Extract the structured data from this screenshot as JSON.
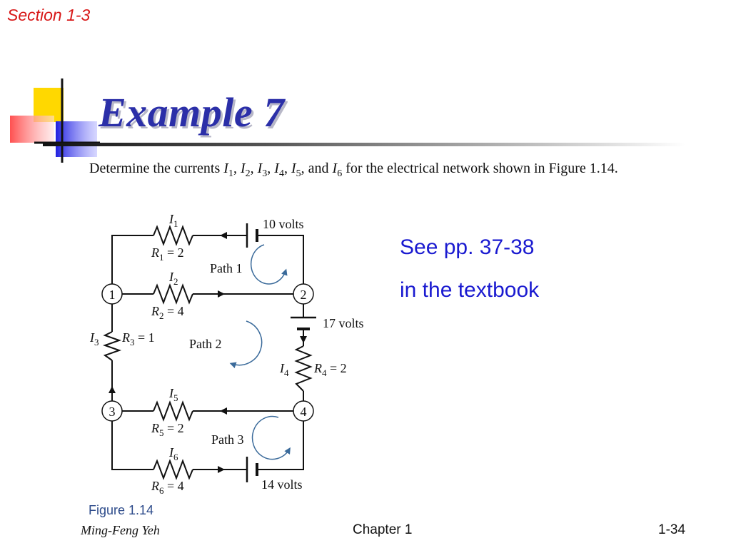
{
  "header": {
    "section": "Section 1-3"
  },
  "slide": {
    "title": "Example 7"
  },
  "problem": {
    "text_before": "Determine the currents ",
    "currents": [
      "I1",
      "I2",
      "I3",
      "I4",
      "I5",
      "I6"
    ],
    "and_word": "and",
    "text_after": " for the electrical network shown in Figure 1.14."
  },
  "note": {
    "line1": "See pp. 37-38",
    "line2": "in the textbook"
  },
  "figure": {
    "caption": "Figure 1.14",
    "labels": {
      "i1": "I1",
      "r1": "R1 = 2",
      "i2": "I2",
      "r2": "R2 = 4",
      "i3": "I3",
      "r3": "R3 = 1",
      "i4": "I4",
      "r4": "R4 = 2",
      "i5": "I5",
      "r5": "R5 = 2",
      "i6": "I6",
      "r6": "R6 = 4",
      "v_top": "10 volts",
      "v_mid": "17 volts",
      "v_bottom": "14 volts",
      "path1": "Path 1",
      "path2": "Path 2",
      "path3": "Path 3",
      "node1": "1",
      "node2": "2",
      "node3": "3",
      "node4": "4"
    }
  },
  "footer": {
    "author": "Ming-Feng Yeh",
    "chapter": "Chapter 1",
    "page": "1-34"
  },
  "colors": {
    "title": "#2b2fa8",
    "section": "#d81818",
    "note": "#1a1ad0",
    "caption": "#2c4a8a",
    "arrow": "#3a6a9a"
  }
}
